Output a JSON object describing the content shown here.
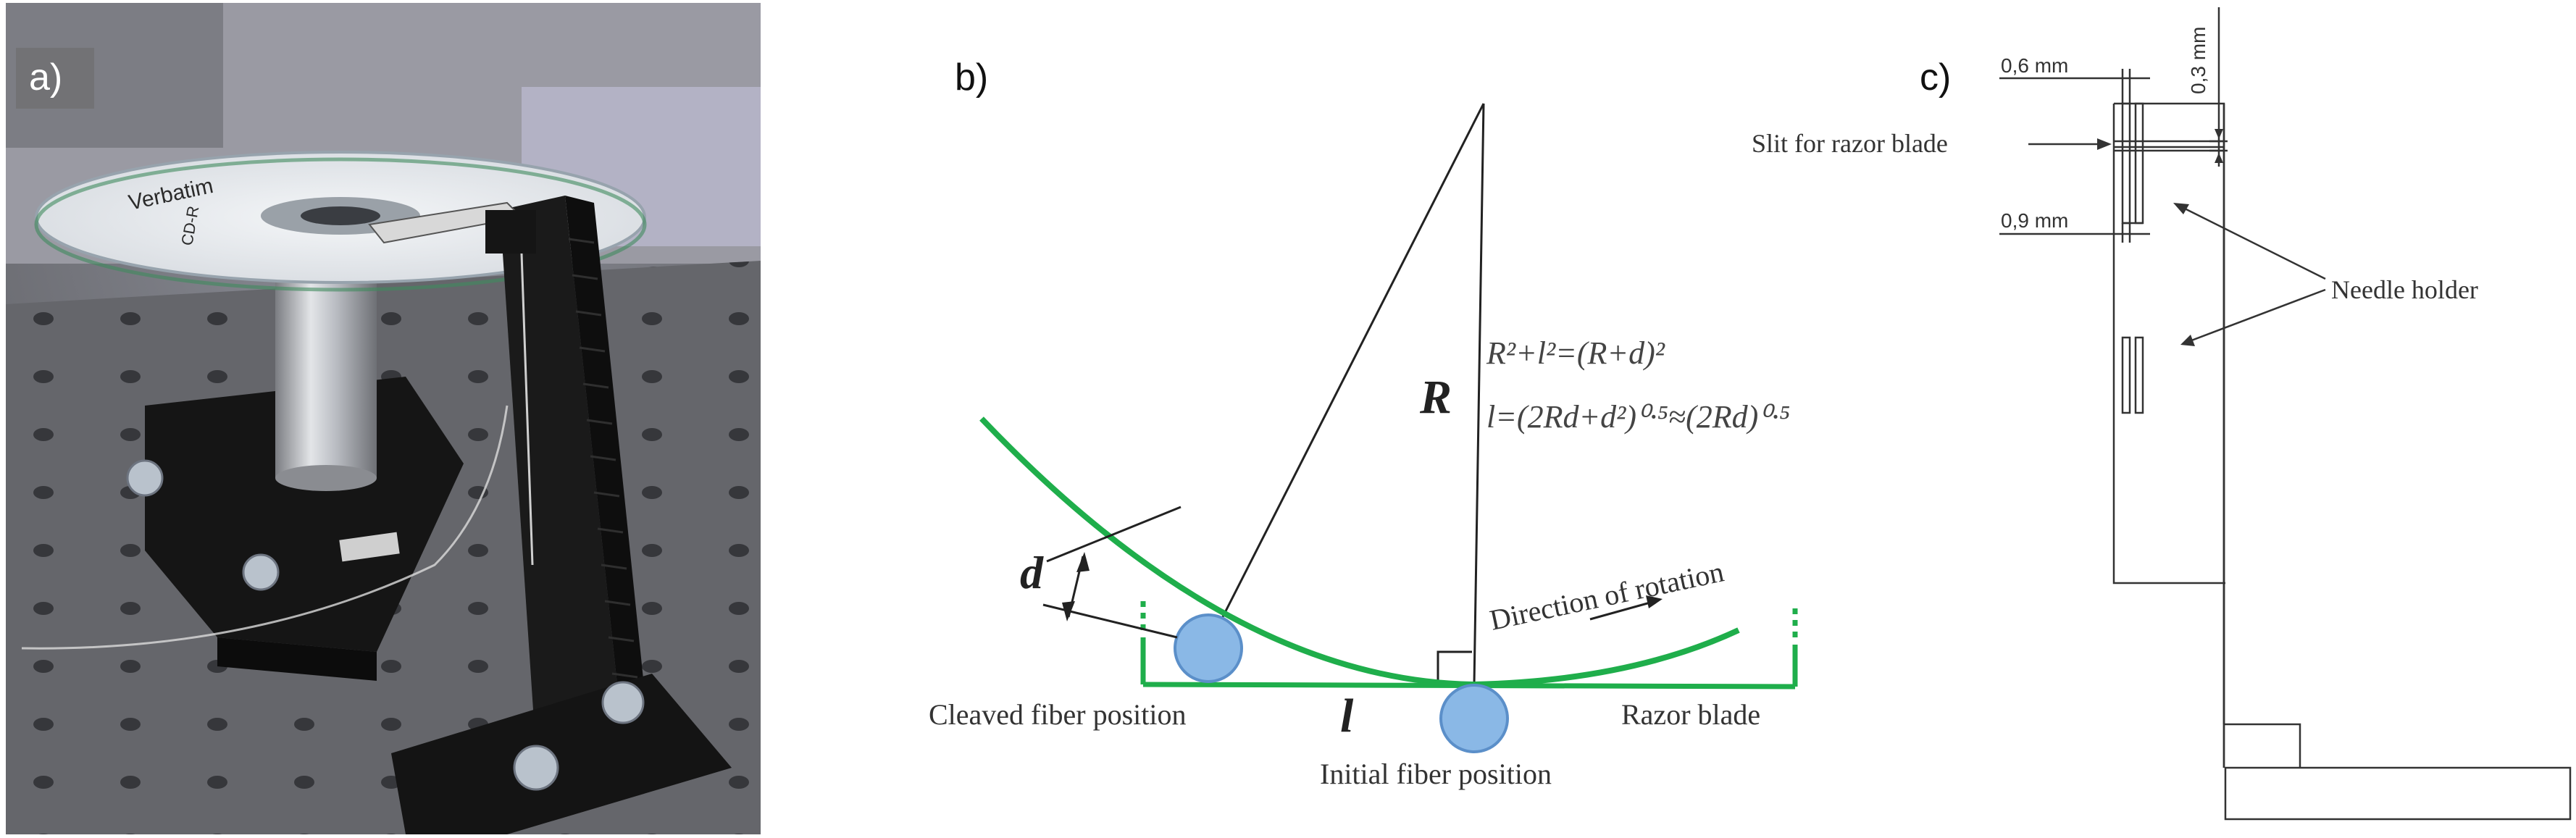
{
  "panels": {
    "a": {
      "label": "a)",
      "disc_text": "Verbatim",
      "disc_text2": "CD-R"
    },
    "b": {
      "label": "b)",
      "symbol_R": "R",
      "symbol_d": "d",
      "symbol_l": "l",
      "equation1": "R²+l²=(R+d)²",
      "equation2": "l=(2Rd+d²)⁰·⁵≈(2Rd)⁰·⁵",
      "direction_label": "Direction of rotation",
      "cleaved_label": "Cleaved fiber position",
      "initial_label": "Initial fiber position",
      "razor_label": "Razor blade"
    },
    "c": {
      "label": "c)",
      "dim_06": "0,6 mm",
      "dim_03": "0,3 mm",
      "dim_09": "0,9 mm",
      "slit_label": "Slit for razor blade",
      "needle_label": "Needle holder"
    }
  },
  "colors": {
    "green": "#1fae4b",
    "circle_fill": "#8ab8e6",
    "circle_stroke": "#5b8fc9",
    "line": "#222222"
  }
}
